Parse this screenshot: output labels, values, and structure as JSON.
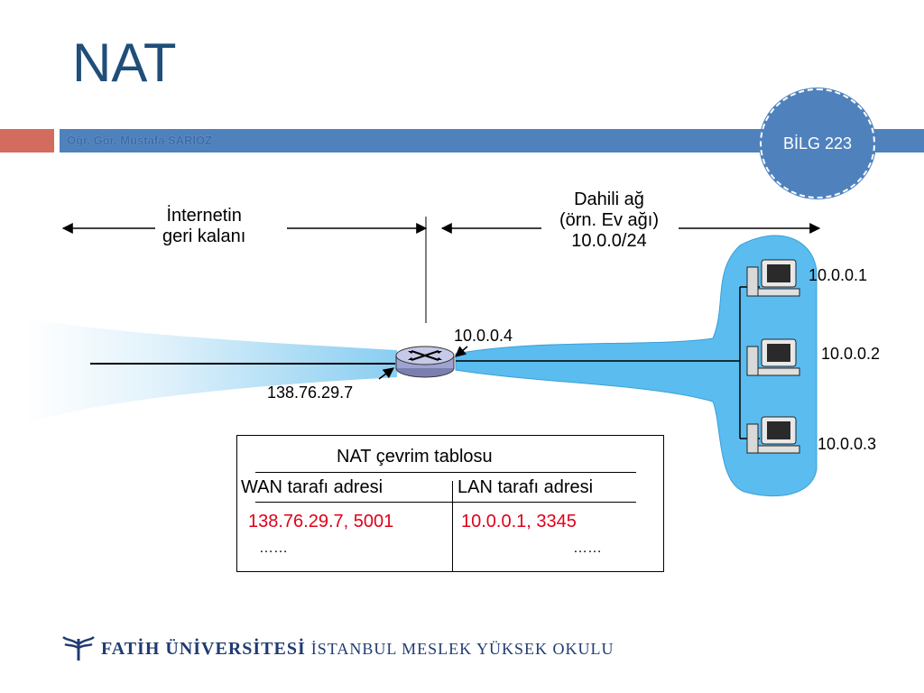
{
  "slide": {
    "title": "NAT",
    "author": "Öğr. Gör. Mustafa SARIÖZ",
    "course": "BİLG 223"
  },
  "diagram": {
    "internet_label_line1": "İnternetin",
    "internet_label_line2": "geri kalanı",
    "local_label_line1": "Dahili ağ",
    "local_label_line2": "(örn. Ev ağı)",
    "local_label_line3": "10.0.0/24",
    "router_lan_ip": "10.0.0.4",
    "router_wan_ip": "138.76.29.7",
    "hosts": [
      {
        "ip": "10.0.0.1"
      },
      {
        "ip": "10.0.0.2"
      },
      {
        "ip": "10.0.0.3"
      }
    ]
  },
  "nat_table": {
    "title": "NAT çevrim tablosu",
    "col_wan": "WAN tarafı adresi",
    "col_lan": "LAN tarafı adresi",
    "row_wan": "138.76.29.7, 5001",
    "row_lan": "10.0.0.1, 3345",
    "ellipsis_wan": "……",
    "ellipsis_lan": "……"
  },
  "footer": {
    "university": "FATİH ÜNİVERSİTESİ",
    "school": "İSTANBUL MESLEK YÜKSEK OKULU"
  },
  "colors": {
    "title": "#1f4e79",
    "header_bar": "#4f81bd",
    "header_accent": "#d36b5e",
    "network_fill": "#5bbcf0",
    "table_highlight": "#e0001a"
  }
}
